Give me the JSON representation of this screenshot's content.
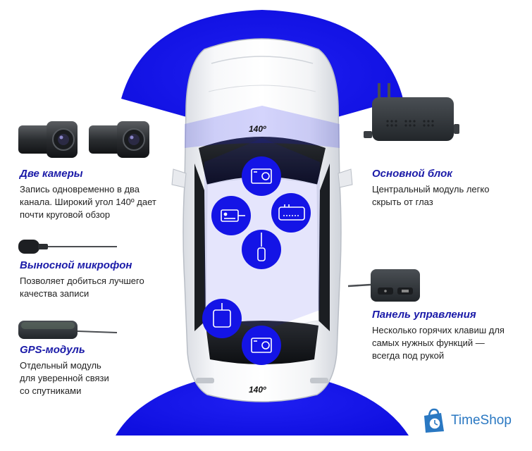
{
  "fov_top": "140º",
  "fov_bottom": "140º",
  "colors": {
    "accent_blue": "#1111ee",
    "title_blue": "#1a1aa8",
    "brand_blue": "#2a78c2",
    "device_dark": "#2f3336"
  },
  "features": {
    "two_cameras": {
      "title": "Две камеры",
      "lines": [
        "Запись одновременно в два",
        "канала. Широкий угол 140º дает",
        "почти круговой обзор"
      ]
    },
    "microphone": {
      "title": "Выносной микрофон",
      "lines": [
        "Позволяет добиться лучшего",
        "качества записи"
      ]
    },
    "gps": {
      "title": "GPS-модуль",
      "lines": [
        "Отдельный модуль",
        "для уверенной связи",
        "со спутниками"
      ]
    },
    "main_unit": {
      "title": "Основной блок",
      "lines": [
        "Центральный модуль легко",
        "скрыть от глаз"
      ]
    },
    "control_panel": {
      "title": "Панель управления",
      "lines": [
        "Несколько горячих клавиш для",
        "самых нужных функций —",
        "всегда под рукой"
      ]
    }
  },
  "icons": {
    "front_camera": "camera-icon",
    "gps_marker": "gps-module-icon",
    "main_unit": "main-unit-icon",
    "microphone": "microphone-icon",
    "control_panel": "control-panel-icon",
    "rear_camera": "camera-icon"
  },
  "brand": {
    "name": "TimeShop",
    "icon": "shopping-bag-clock-icon"
  }
}
